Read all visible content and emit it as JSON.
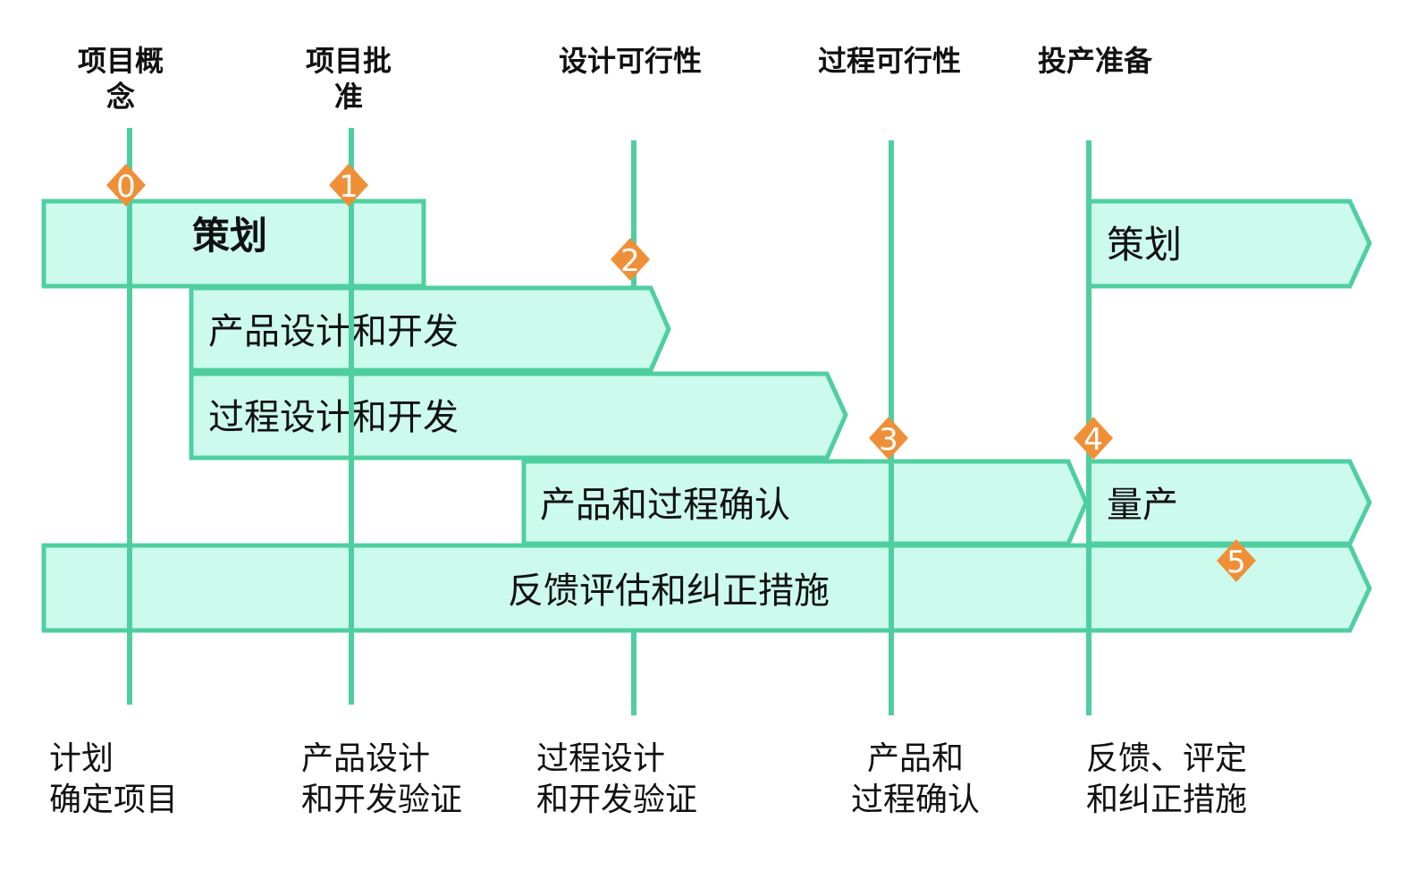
{
  "colors": {
    "line": "#4fcf9f",
    "bar_fill": "#ccfbed",
    "milestone": "#ef9038",
    "milestone_text": "#ffffff",
    "text": "#111111"
  },
  "gates": [
    {
      "id": "concept",
      "title": "项目概\n念"
    },
    {
      "id": "approval",
      "title": "项目批\n准"
    },
    {
      "id": "design-feasibility",
      "title": "设计可行性"
    },
    {
      "id": "process-feasibility",
      "title": "过程可行性"
    },
    {
      "id": "launch-prep",
      "title": "投产准备"
    }
  ],
  "bars": [
    {
      "id": "planning",
      "label": "策划"
    },
    {
      "id": "product-design",
      "label": "产品设计和开发"
    },
    {
      "id": "process-design",
      "label": "过程设计和开发"
    },
    {
      "id": "validation",
      "label": "产品和过程确认"
    },
    {
      "id": "feedback",
      "label": "反馈评估和纠正措施"
    },
    {
      "id": "planning-2",
      "label": "策划"
    },
    {
      "id": "mass-production",
      "label": "量产"
    }
  ],
  "milestones": [
    "0",
    "1",
    "2",
    "3",
    "4",
    "5"
  ],
  "phase_labels": [
    {
      "id": "plan",
      "text": "计划\n确定项目"
    },
    {
      "id": "product",
      "text": "产品设计\n和开发验证"
    },
    {
      "id": "process",
      "text": "过程设计\n和开发验证"
    },
    {
      "id": "validate",
      "text": "产品和\n过程确认"
    },
    {
      "id": "feedback",
      "text": "反馈、评定\n和纠正措施"
    }
  ]
}
